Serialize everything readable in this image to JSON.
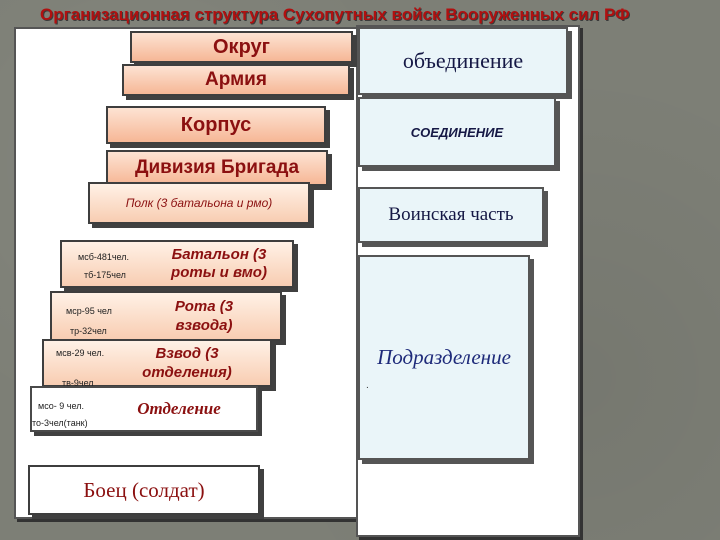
{
  "title": "Организационная структура Сухопутных войск Вооруженных сил РФ",
  "left": {
    "okrug": "Округ",
    "armiya": "Армия",
    "korpus": "Корпус",
    "diviziya": "Дивизия Бригада",
    "polk": "Полк (3 батальона и рмо)",
    "batalon": "Батальон (3 роты и вмо)",
    "batalon_notes": [
      "мсб-481чел.",
      "тб-175чел"
    ],
    "rota": "Рота (3 взвода)",
    "rota_notes": [
      "мср-95 чел",
      "тр-32чел"
    ],
    "vzvod": "Взвод (3 отделения)",
    "vzvod_notes": [
      "мсв-29 чел.",
      "тв-9чел"
    ],
    "otdelenie": "Отделение",
    "otdelenie_notes": [
      "мсо- 9 чел.",
      "то-3чел(танк)"
    ],
    "boets": "Боец (солдат)"
  },
  "right": {
    "obedinenie": "объединение",
    "soedinenie": "СОЕДИНЕНИЕ",
    "chast": "Воинская часть",
    "podrazdelenie": "Подразделение",
    "dot": "."
  },
  "colors": {
    "title": "#b01010",
    "label": "#8b1010",
    "box_fill": "#f6b796",
    "right_box_fill": "#eaf5f9"
  }
}
